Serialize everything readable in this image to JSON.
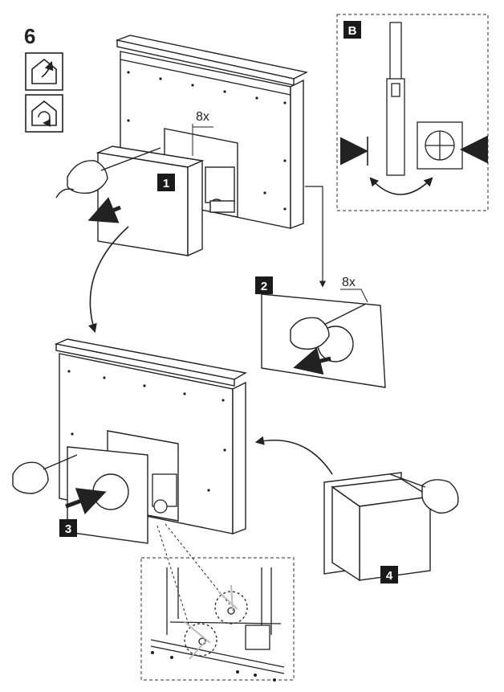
{
  "step_number": "6",
  "labels": {
    "step1": "1",
    "step2": "2",
    "step3": "3",
    "step4": "4",
    "detail_b": "B",
    "screws_top": "8x",
    "screws_step2": "8x"
  },
  "icons": {
    "exhaust_mode": "house-arrow-out-icon",
    "recirculation_mode": "house-recirculation-icon"
  },
  "colors": {
    "ink": "#222222",
    "label_bg": "#1a1a1a",
    "label_text": "#ffffff",
    "dashed_frame": "#555555",
    "light_gray_detail": "#bbbbbb"
  }
}
